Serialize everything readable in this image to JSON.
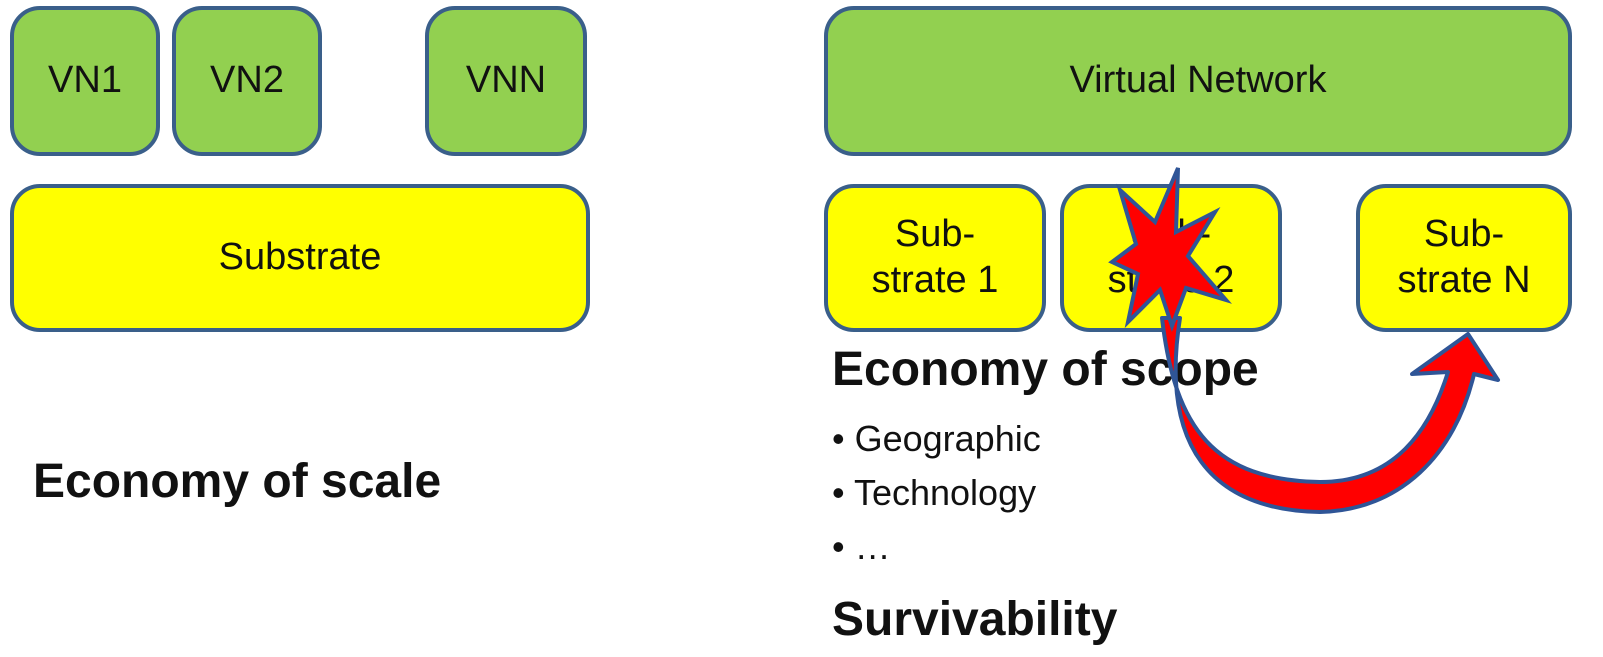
{
  "left": {
    "vn_boxes": [
      "VN1",
      "VN2",
      "VNN"
    ],
    "substrate": "Substrate",
    "heading": "Economy of scale"
  },
  "right": {
    "virtual_network": "Virtual Network",
    "substrates": [
      "Sub-\nstrate 1",
      "Sub-\nstrate 2",
      "Sub-\nstrate N"
    ],
    "heading_scope": "Economy of scope",
    "bullets": [
      "Geographic",
      "Technology",
      "…"
    ],
    "heading_survivability": "Survivability"
  },
  "colors": {
    "virtual_box": "#92d050",
    "substrate_box": "#ffff00",
    "border": "#3a5f8a",
    "failure_burst": "#ff0000",
    "arrow": "#ff0000"
  },
  "icons": [
    "failure-burst-icon",
    "failover-arrow-icon"
  ]
}
